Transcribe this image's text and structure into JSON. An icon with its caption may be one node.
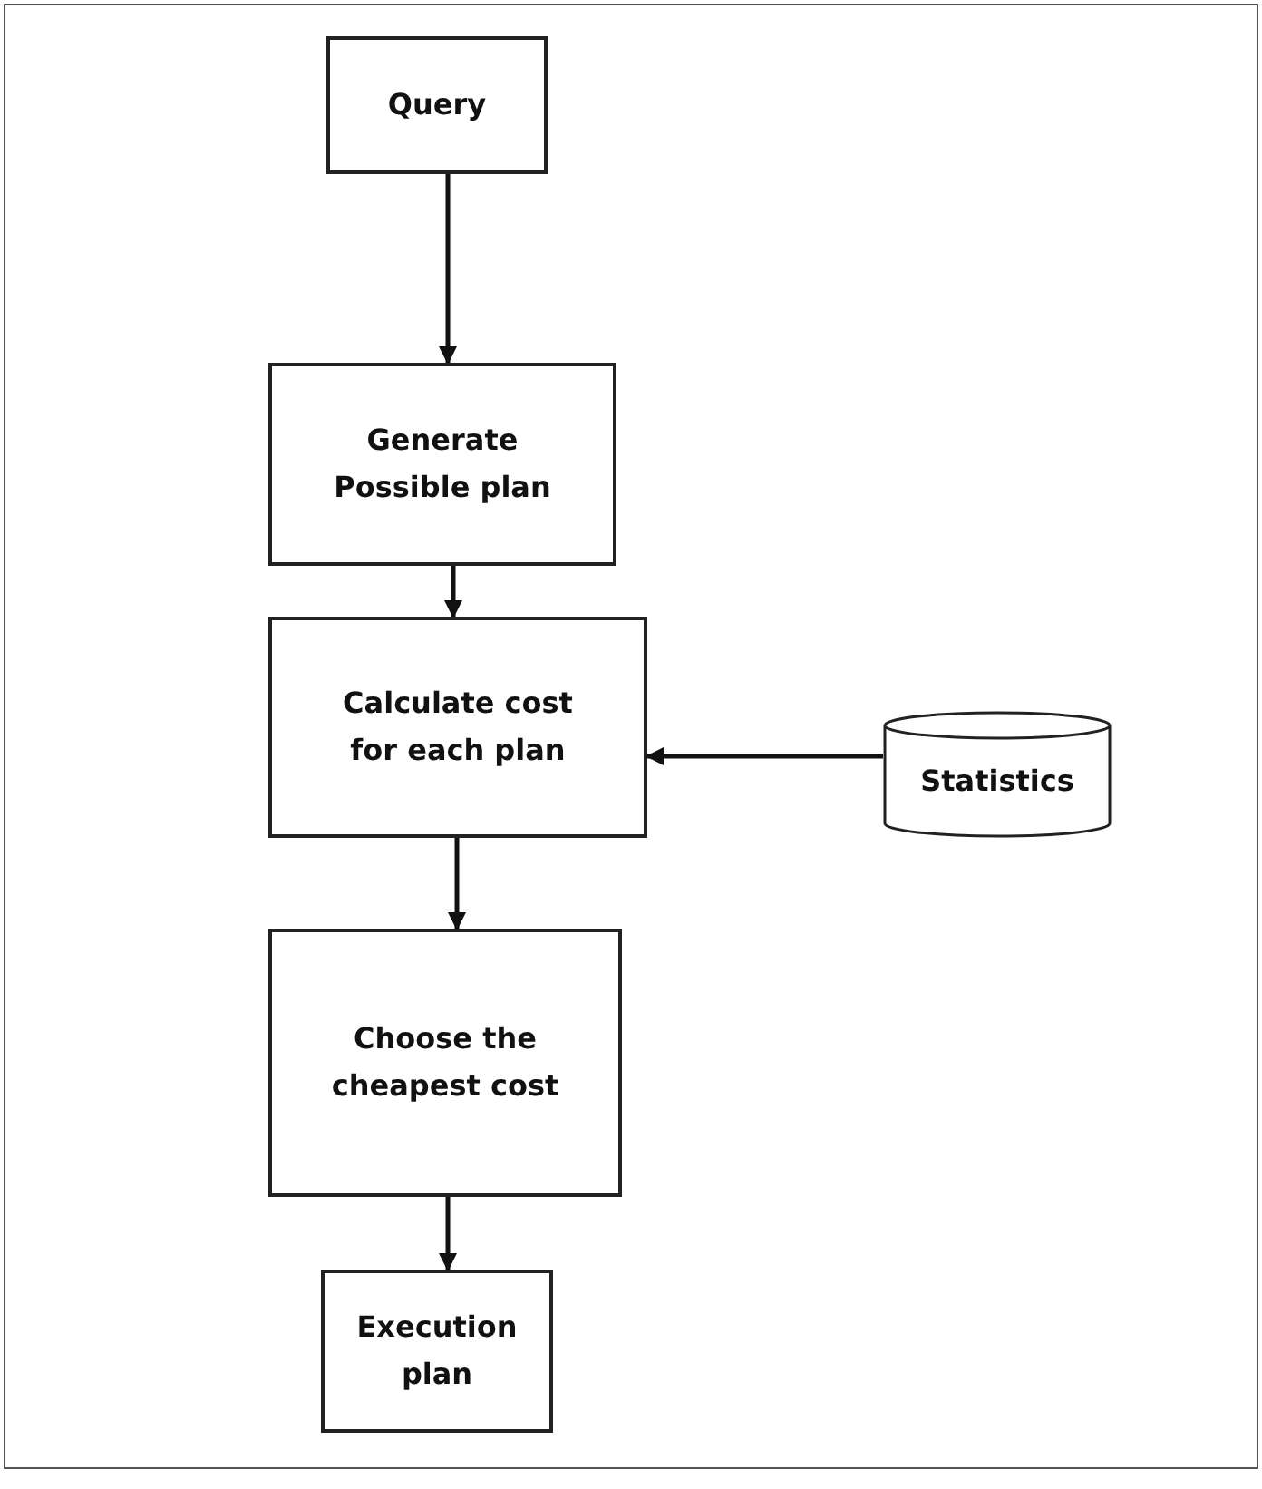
{
  "diagram": {
    "nodes": [
      {
        "text": [
          "Query"
        ]
      },
      {
        "text": [
          "Generate Possible plan"
        ]
      },
      {
        "text": [
          "Calculate cost for each plan"
        ]
      },
      {
        "text": [
          "Statistics"
        ]
      },
      {
        "text": [
          "Choose the cheapest cost"
        ]
      },
      {
        "text": [
          "Execution plan"
        ]
      }
    ],
    "edges": [
      {
        "from": 0,
        "to": 1,
        "arrow": "to"
      },
      {
        "from": 1,
        "to": 2,
        "arrow": "to"
      },
      {
        "from": 3,
        "to": 2,
        "arrow": "to"
      },
      {
        "from": 2,
        "to": 4,
        "arrow": "to"
      },
      {
        "from": 4,
        "to": 5,
        "arrow": "to"
      }
    ]
  }
}
